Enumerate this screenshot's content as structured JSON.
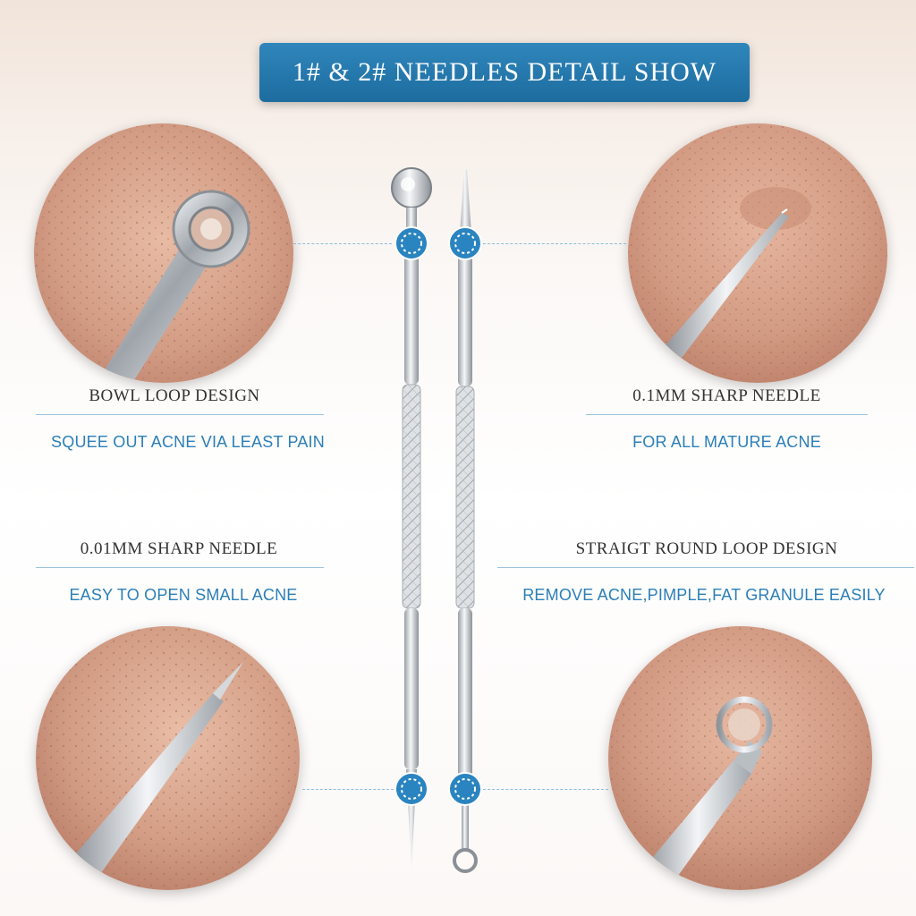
{
  "banner": {
    "title": "1# & 2# NEEDLES DETAIL SHOW"
  },
  "features": {
    "top_left": {
      "title": "BOWL LOOP DESIGN",
      "desc": "SQUEE OUT ACNE VIA LEAST PAIN"
    },
    "top_right": {
      "title": "0.1MM SHARP NEEDLE",
      "desc": "FOR ALL MATURE ACNE"
    },
    "bottom_left": {
      "title": "0.01MM SHARP NEEDLE",
      "desc": "EASY TO OPEN SMALL ACNE"
    },
    "bottom_right": {
      "title": "STRAIGT ROUND LOOP DESIGN",
      "desc": "REMOVE ACNE,PIMPLE,FAT GRANULE EASILY"
    }
  },
  "colors": {
    "banner": "#1d6c9f",
    "accent_blue": "#2b7fb7",
    "skin": "#d9a58e",
    "steel": "#c9ccd0"
  },
  "icons": [
    "bowl-loop-tip-icon",
    "sharp-needle-tip-icon",
    "round-loop-tip-icon",
    "grip-collar-icon"
  ]
}
